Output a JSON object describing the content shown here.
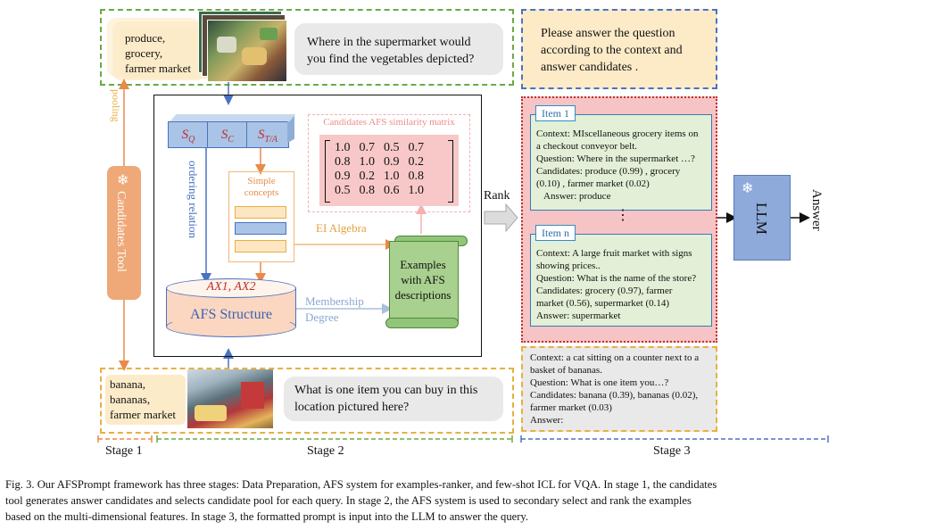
{
  "stage1": {
    "keywords_top": [
      "produce,",
      "grocery,",
      "farmer market"
    ],
    "question_top": [
      "Where in the supermarket would",
      "you find the vegetables depicted?"
    ],
    "pooling_label": "pooling",
    "tool_label": "Candidates Tool",
    "keywords_bottom": [
      "banana,",
      "bananas,",
      "farmer market"
    ],
    "question_bottom": [
      "What is one item you can buy in this",
      "location pictured here?"
    ]
  },
  "stage2": {
    "s_q": "S",
    "s_q_sub": "Q",
    "s_c": "S",
    "s_c_sub": "C",
    "s_ta": "S",
    "s_ta_sub": "T/A",
    "ordering_relation": "ordering relation",
    "simple_concepts": [
      "Simple",
      "concepts"
    ],
    "matrix_title": "Candidates AFS similarity matrix",
    "matrix": [
      [
        "1.0",
        "0.7",
        "0.5",
        "0.7"
      ],
      [
        "0.8",
        "1.0",
        "0.9",
        "0.2"
      ],
      [
        "0.9",
        "0.2",
        "1.0",
        "0.8"
      ],
      [
        "0.5",
        "0.8",
        "0.6",
        "1.0"
      ]
    ],
    "ei_algebra": "EI Algebra",
    "axioms": "AX1, AX2",
    "afs_structure": "AFS Structure",
    "membership": "Membership",
    "degree": "Degree",
    "examples": [
      "Examples",
      "with AFS",
      "descriptions"
    ],
    "rank": "Rank"
  },
  "stage3": {
    "instruction": [
      "Please answer the question",
      "according to the context and",
      "answer candidates ."
    ],
    "item1_tag": "Item 1",
    "item1_lines": [
      "Context: MIscellaneous grocery items on",
      "a checkout conveyor belt.",
      "Question: Where in the supermarket …?",
      "Candidates: produce (0.99) , grocery",
      "(0.10) , farmer market (0.02)",
      "Answer: produce"
    ],
    "vdots": "⋮",
    "itemn_tag": "Item n",
    "itemn_lines": [
      "Context: A large fruit market with signs",
      "showing prices..",
      "Question: What is the name of the store?",
      "Candidates: grocery (0.97), farmer",
      "market (0.56), supermarket (0.14)",
      "Answer: supermarket"
    ],
    "query_lines": [
      "Context: a cat sitting on a counter next to a",
      "basket of bananas.",
      "Question: What is one item you…?",
      "Candidates: banana (0.39), bananas (0.02),",
      "farmer market (0.03)",
      "Answer:"
    ],
    "llm": "LLM",
    "answer": "Answer"
  },
  "stage_labels": [
    "Stage 1",
    "Stage 2",
    "Stage 3"
  ],
  "caption": [
    "Fig. 3.  Our AFSPrompt framework has three stages: Data Preparation, AFS system for examples-ranker, and few-shot ICL for VQA. In stage 1, the candidates",
    "tool generates answer candidates and selects candidate pool for each query. In stage 2, the AFS system is used to secondary select and rank the examples",
    "based on the multi-dimensional features. In stage 3, the formatted prompt is input into the LLM to answer the query."
  ],
  "colors": {
    "green": "#6aaa44",
    "yellow": "#e8b040",
    "blue": "#4a72c0",
    "red": "#c03030",
    "orange": "#e98a4a",
    "pink": "#f6c4c4",
    "peach": "#f8c8a6"
  }
}
